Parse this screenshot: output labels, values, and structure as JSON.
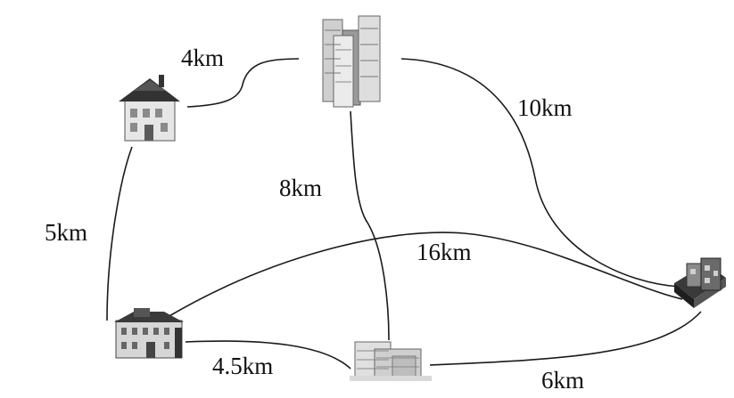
{
  "routes": [
    {
      "id": "house-tower",
      "distance": "4km"
    },
    {
      "id": "tower-factory",
      "distance": "10km"
    },
    {
      "id": "tower-office",
      "distance": "8km"
    },
    {
      "id": "house-school",
      "distance": "5km"
    },
    {
      "id": "school-factory",
      "distance": "16km"
    },
    {
      "id": "school-office",
      "distance": "4.5km"
    },
    {
      "id": "office-factory",
      "distance": "6km"
    }
  ],
  "colors": {
    "line": "#1a1a1a",
    "building_dark": "#333333",
    "building_light": "#d9d9d9"
  }
}
